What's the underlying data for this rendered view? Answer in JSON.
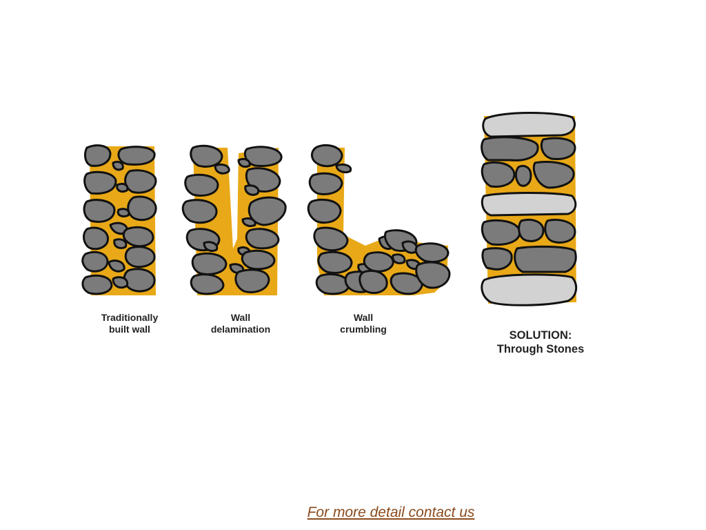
{
  "colors": {
    "mortar": "#e8a817",
    "stone_dark": "#7b7b7b",
    "stone_light": "#d2d2d2",
    "outline": "#111111",
    "link": "#8b4a1c"
  },
  "captions": {
    "traditional": [
      "Traditionally",
      "built wall"
    ],
    "delamination": [
      "Wall",
      "delamination"
    ],
    "crumbling": [
      "Wall",
      "crumbling"
    ],
    "solution": [
      "SOLUTION:",
      "Through Stones"
    ]
  },
  "footer": {
    "link_text": "For more detail contact us"
  }
}
